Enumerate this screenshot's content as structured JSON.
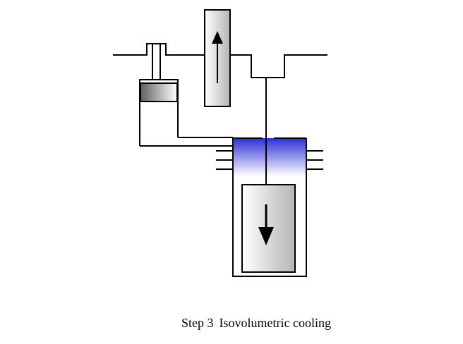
{
  "caption": {
    "step": "Step 3",
    "title": "Isovolumetric cooling"
  },
  "colors": {
    "line": "#000000",
    "piston_fill": "#d0d0d0",
    "displacer_fill": "#cfcfcf",
    "heat_exchanger": "#2a2ad8"
  },
  "motion": {
    "upper_piston": "up",
    "displacer": "down"
  }
}
